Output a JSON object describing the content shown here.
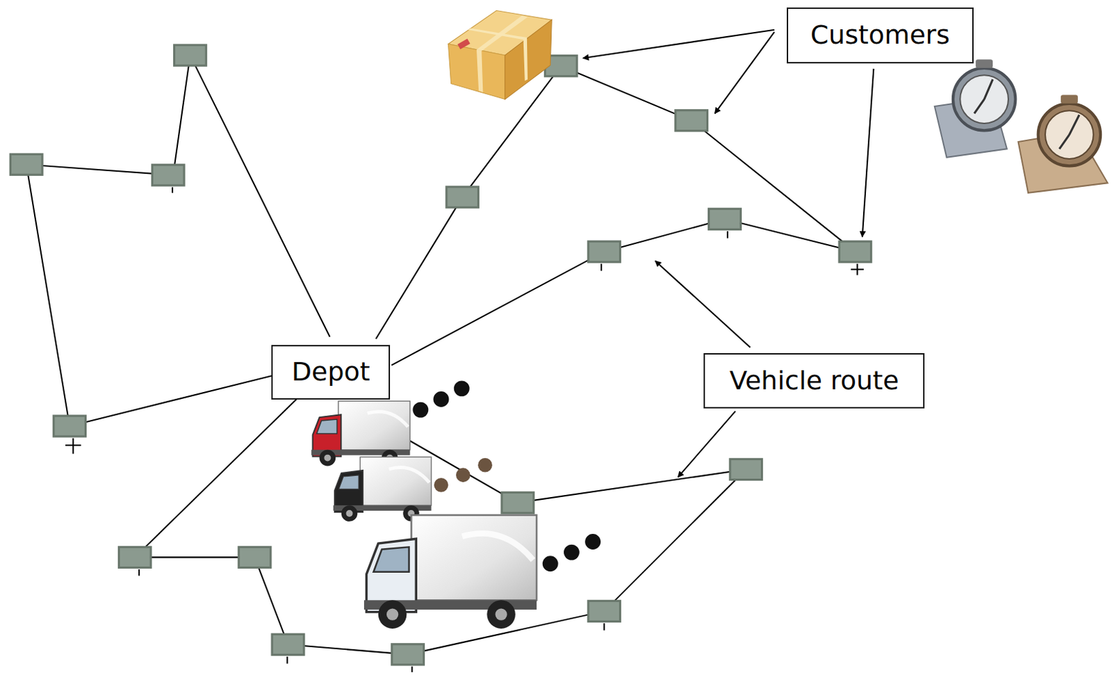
{
  "diagram": {
    "nodes": [
      {
        "text": [
          "Customers"
        ]
      },
      {
        "text": [
          "Depot"
        ]
      },
      {
        "text": [
          "Vehicle route"
        ]
      }
    ]
  }
}
